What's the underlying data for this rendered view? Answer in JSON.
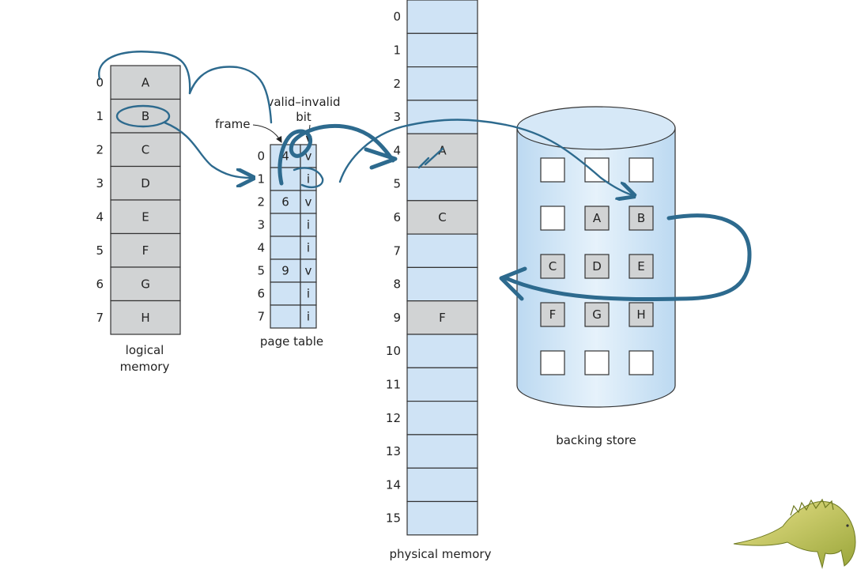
{
  "logical_memory": {
    "caption_line1": "logical",
    "caption_line2": "memory",
    "indices": [
      "0",
      "1",
      "2",
      "3",
      "4",
      "5",
      "6",
      "7"
    ],
    "pages": [
      "A",
      "B",
      "C",
      "D",
      "E",
      "F",
      "G",
      "H"
    ]
  },
  "page_table": {
    "caption": "page table",
    "frame_label": "frame",
    "valid_label_line1": "valid–invalid",
    "valid_label_line2": "bit",
    "indices": [
      "0",
      "1",
      "2",
      "3",
      "4",
      "5",
      "6",
      "7"
    ],
    "frames": [
      "4",
      "",
      "6",
      "",
      "",
      "9",
      "",
      ""
    ],
    "bits": [
      "v",
      "i",
      "v",
      "i",
      "i",
      "v",
      "i",
      "i"
    ]
  },
  "physical_memory": {
    "caption": "physical memory",
    "indices": [
      "0",
      "1",
      "2",
      "3",
      "4",
      "5",
      "6",
      "7",
      "8",
      "9",
      "10",
      "11",
      "12",
      "13",
      "14",
      "15"
    ],
    "contents": [
      "",
      "",
      "",
      "",
      "A",
      "",
      "C",
      "",
      "",
      "F",
      "",
      "",
      "",
      "",
      "",
      ""
    ]
  },
  "backing_store": {
    "caption": "backing store",
    "rows": [
      [
        "",
        "",
        ""
      ],
      [
        "",
        "A",
        "B"
      ],
      [
        "C",
        "D",
        "E"
      ],
      [
        "F",
        "G",
        "H"
      ],
      [
        "",
        "",
        ""
      ]
    ]
  },
  "colors": {
    "cell_gray": "#d1d3d4",
    "cell_blue": "#cfe3f5",
    "ink": "#2d6a8e"
  },
  "icons": {
    "mascot": "dinosaur-icon"
  }
}
